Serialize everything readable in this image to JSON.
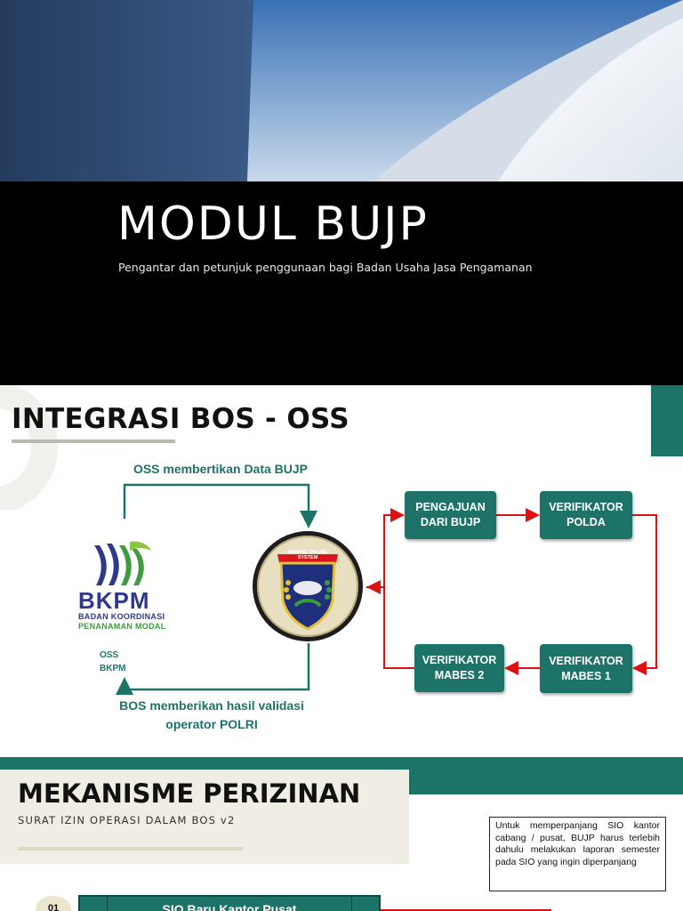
{
  "cover": {
    "title": "MODUL BUJP",
    "subtitle": "Pengantar dan petunjuk penggunaan bagi Badan Usaha Jasa Pengamanan"
  },
  "integrasi": {
    "title": "INTEGRASI BOS - OSS",
    "top_label": "OSS membertikan Data BUJP",
    "bottom_label_line1": "BOS memberikan hasil validasi",
    "bottom_label_line2": "operator POLRI",
    "oss_line1": "OSS",
    "oss_line2": "BKPM",
    "bkpm_logo_text": "BKPM",
    "bkpm_sub1": "BADAN KOORDINASI",
    "bkpm_sub2": "PENANAMAN MODAL",
    "emblem_label": "BINMAS ONLINE SYSTEM",
    "boxes": {
      "pengajuan_line1": "PENGAJUAN",
      "pengajuan_line2": "DARI BUJP",
      "polda_line1": "VERIFIKATOR",
      "polda_line2": "POLDA",
      "mabes2_line1": "VERIFIKATOR",
      "mabes2_line2": "MABES 2",
      "mabes1_line1": "VERIFIKATOR",
      "mabes1_line2": "MABES 1"
    },
    "colors": {
      "teal": "#1d7368",
      "arrow_red": "#dd1111",
      "bkpm_blue": "#2d3a8c",
      "bkpm_green": "#3f9b3f"
    }
  },
  "mekanisme": {
    "title": "MEKANISME PERIZINAN",
    "subtitle": "SURAT IZIN OPERASI DALAM BOS v2",
    "note": "Untuk memperpanjang SIO kantor cabang / pusat, BUJP harus terlebih dahulu melakukan laporan semester pada SIO yang ingin diperpanjang",
    "step_number": "01",
    "step_label": "SIO Baru Kantor Pusat"
  }
}
